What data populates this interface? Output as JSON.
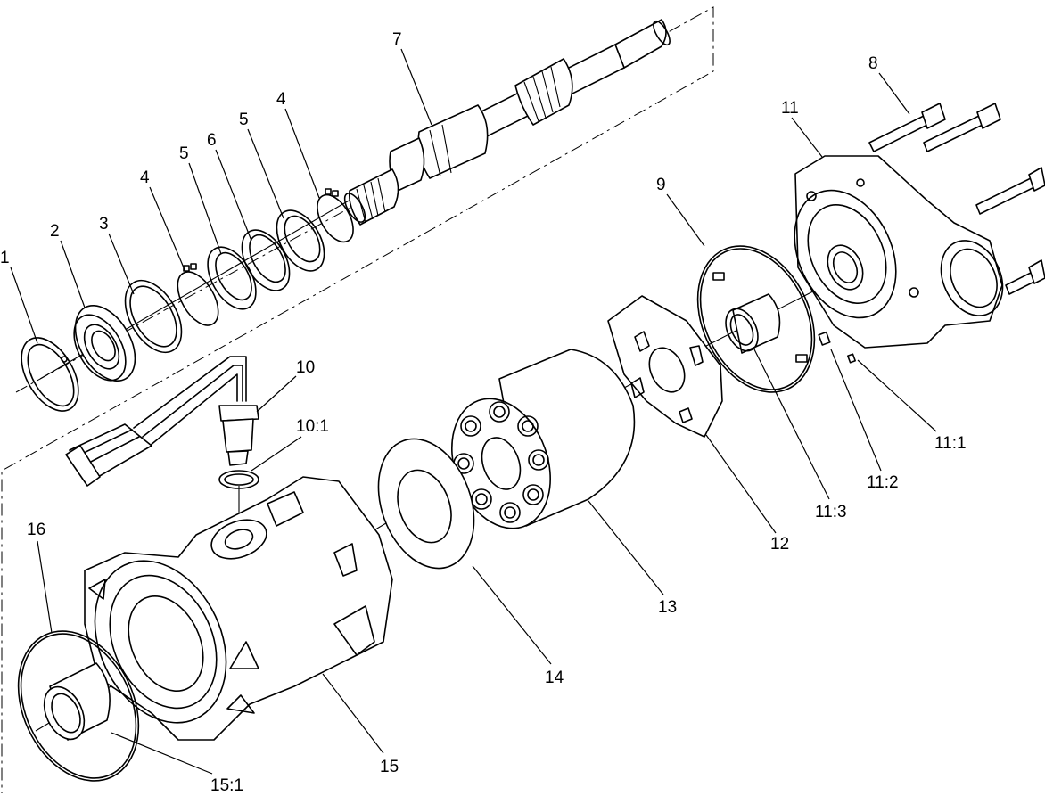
{
  "callouts": [
    {
      "id": "c1",
      "text": "1"
    },
    {
      "id": "c2",
      "text": "2"
    },
    {
      "id": "c3",
      "text": "3"
    },
    {
      "id": "c4a",
      "text": "4"
    },
    {
      "id": "c5a",
      "text": "5"
    },
    {
      "id": "c6",
      "text": "6"
    },
    {
      "id": "c5b",
      "text": "5"
    },
    {
      "id": "c4b",
      "text": "4"
    },
    {
      "id": "c7",
      "text": "7"
    },
    {
      "id": "c8",
      "text": "8"
    },
    {
      "id": "c11",
      "text": "11"
    },
    {
      "id": "c9",
      "text": "9"
    },
    {
      "id": "c10",
      "text": "10"
    },
    {
      "id": "c10_1",
      "text": "10:1"
    },
    {
      "id": "c11_1",
      "text": "11:1"
    },
    {
      "id": "c11_2",
      "text": "11:2"
    },
    {
      "id": "c11_3",
      "text": "11:3"
    },
    {
      "id": "c12",
      "text": "12"
    },
    {
      "id": "c13",
      "text": "13"
    },
    {
      "id": "c14",
      "text": "14"
    },
    {
      "id": "c16",
      "text": "16"
    },
    {
      "id": "c15",
      "text": "15"
    },
    {
      "id": "c15_1",
      "text": "15:1"
    }
  ]
}
